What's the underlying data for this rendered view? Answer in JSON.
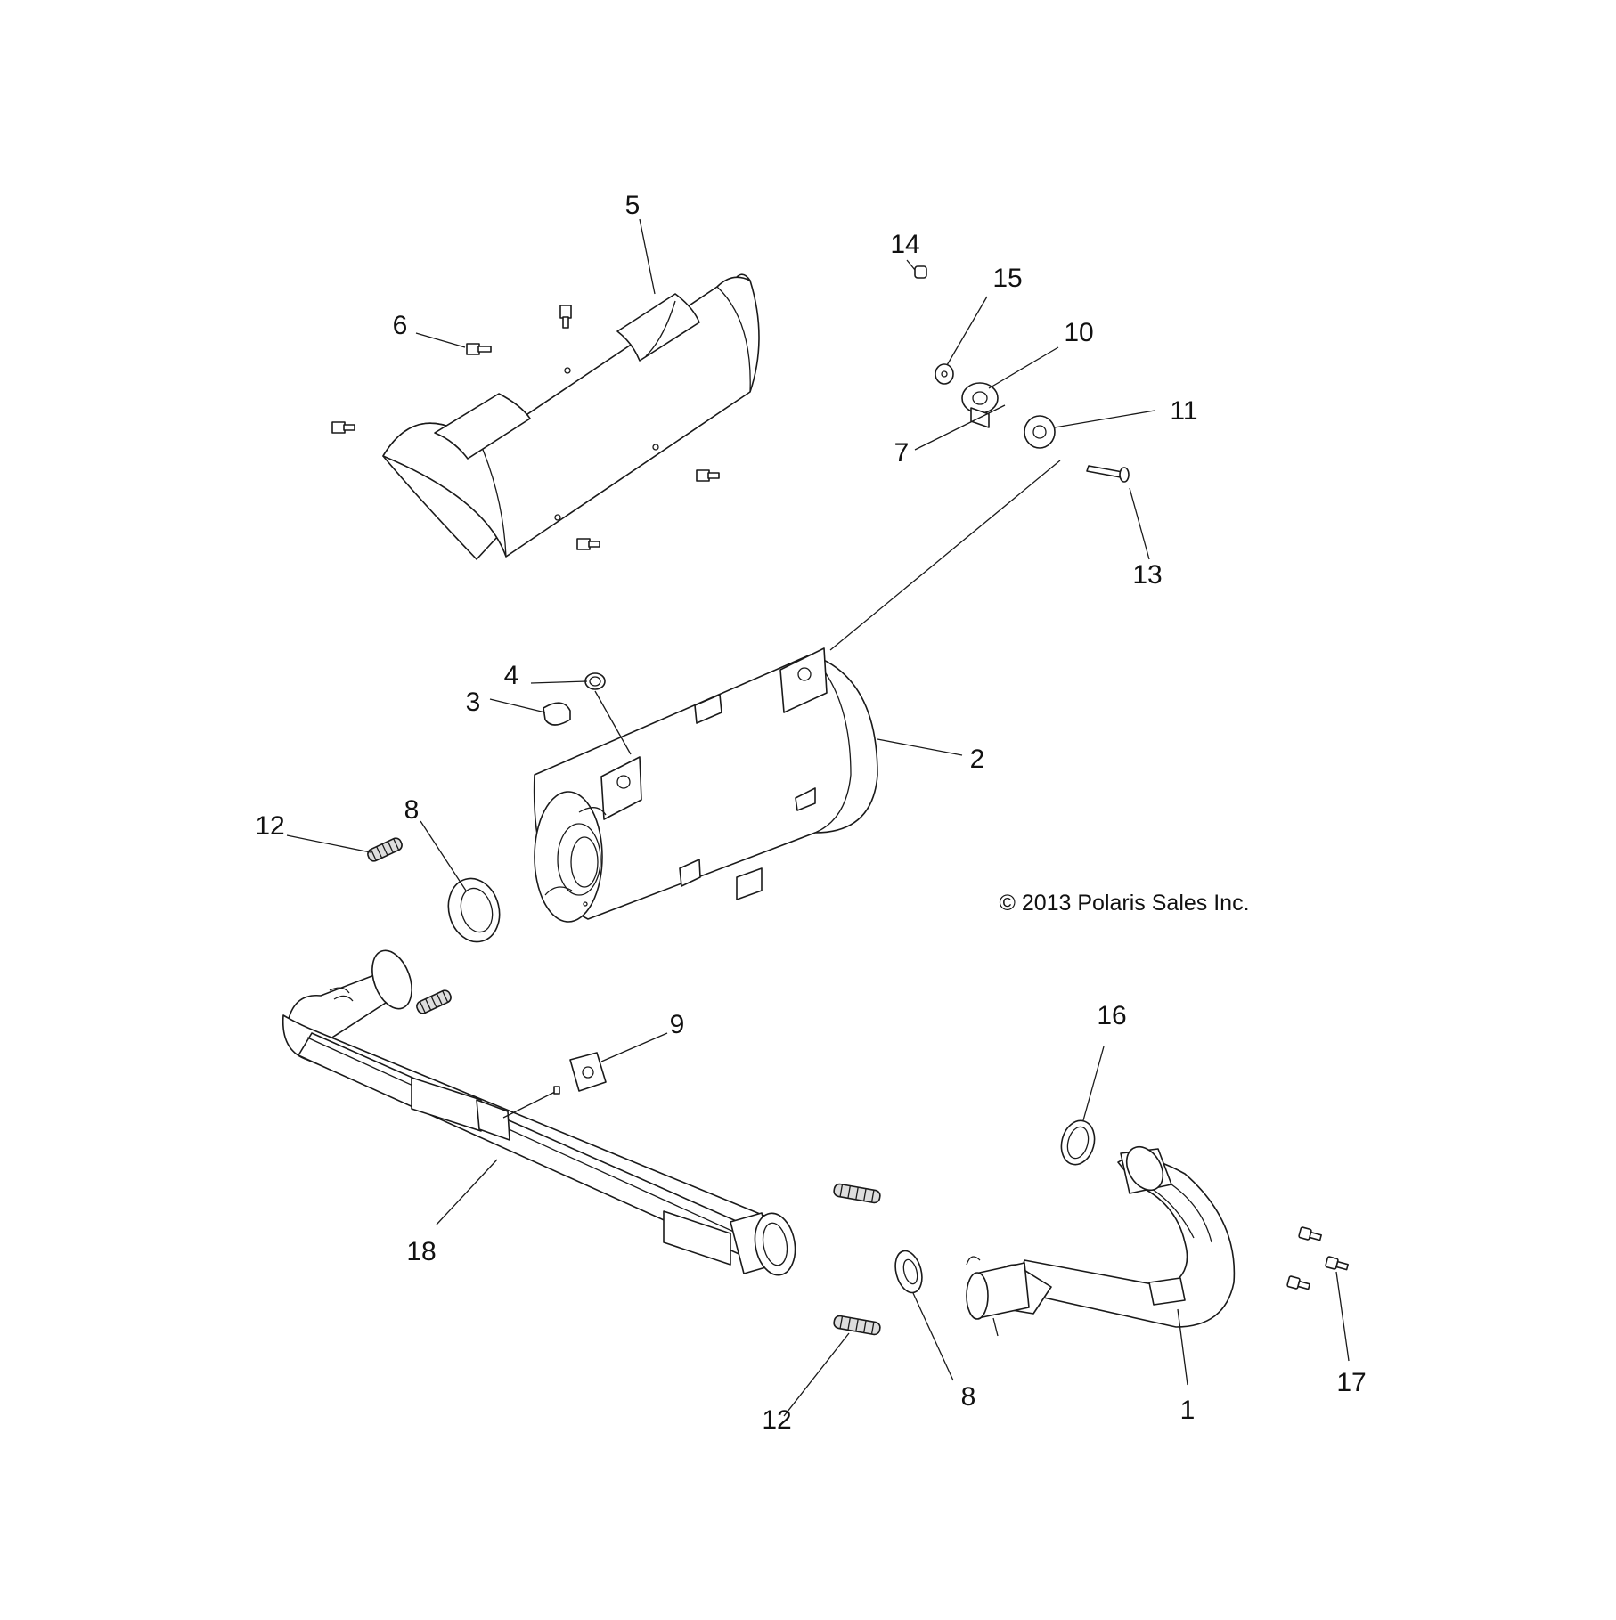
{
  "copyright": "© 2013 Polaris Sales Inc.",
  "callouts": {
    "n1": "1",
    "n2": "2",
    "n3": "3",
    "n4": "4",
    "n5": "5",
    "n6": "6",
    "n7": "7",
    "n8a": "8",
    "n8b": "8",
    "n9": "9",
    "n10": "10",
    "n11": "11",
    "n12a": "12",
    "n12b": "12",
    "n13": "13",
    "n14": "14",
    "n15": "15",
    "n16": "16",
    "n17": "17",
    "n18": "18"
  }
}
